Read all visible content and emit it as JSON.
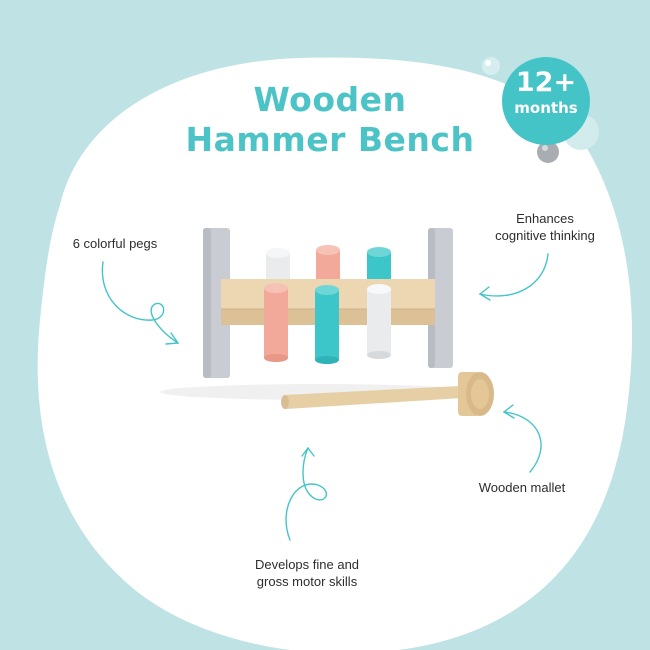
{
  "title": {
    "line1": "Wooden",
    "line2": "Hammer Bench"
  },
  "badge": {
    "age": "12+",
    "unit": "months"
  },
  "features": {
    "pegs": "6 colorful pegs",
    "cognitive_line1": "Enhances",
    "cognitive_line2": "cognitive thinking",
    "mallet": "Wooden mallet",
    "motor_line1": "Develops fine and",
    "motor_line2": "gross motor skills"
  },
  "colors": {
    "background": "#bfe3e5",
    "blob": "#ffffff",
    "accent": "#4cc3c6",
    "peg_pink": "#f2a999",
    "peg_teal": "#3cc6c9",
    "peg_white": "#e9ebed",
    "wood": "#e9d3ad",
    "frame": "#c9cdd3"
  },
  "icons": [
    "arrow-icon",
    "bubble-icon"
  ]
}
